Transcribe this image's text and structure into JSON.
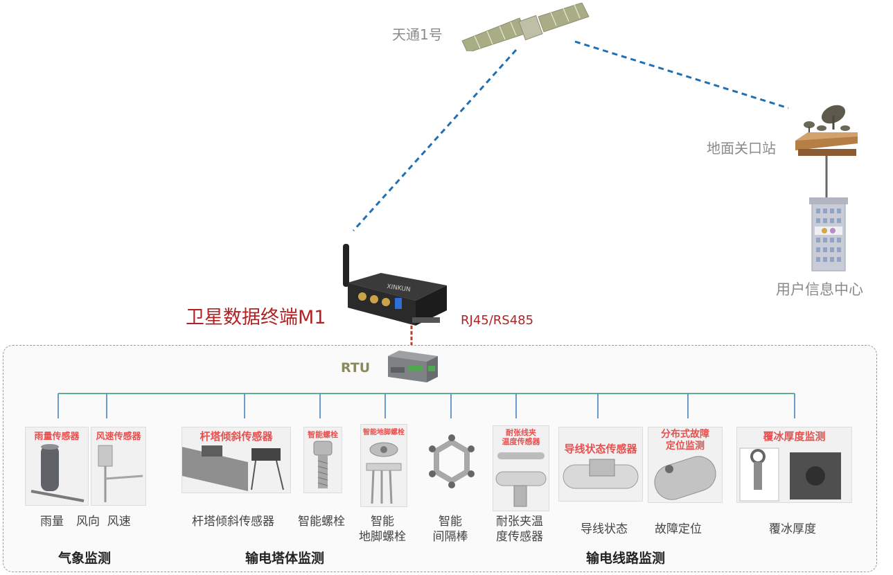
{
  "satellite": {
    "label": "天通1号"
  },
  "ground_station": {
    "label": "地面关口站"
  },
  "user_center": {
    "label": "用户信息中心"
  },
  "terminal": {
    "label": "卫星数据终端M1",
    "device_brand": "XINKUN"
  },
  "interface": {
    "label": "RJ45/RS485"
  },
  "rtu": {
    "label": "RTU"
  },
  "sensors": [
    {
      "thumb_title": "雨量传感器",
      "caption": "雨量"
    },
    {
      "thumb_title": "风速传感器",
      "caption": "风向  风速"
    },
    {
      "thumb_title": "杆塔倾斜传感器",
      "caption": "杆塔倾斜传感器"
    },
    {
      "thumb_title": "智能螺栓",
      "caption": "智能螺栓"
    },
    {
      "thumb_title": "智能地脚螺栓",
      "caption_line1": "智能",
      "caption_line2": "地脚螺栓"
    },
    {
      "caption_line1": "智能",
      "caption_line2": "间隔棒"
    },
    {
      "thumb_title_line1": "耐张线夹",
      "thumb_title_line2": "温度传感器",
      "caption_line1": "耐张夹温",
      "caption_line2": "度传感器"
    },
    {
      "thumb_title": "导线状态传感器",
      "caption": "导线状态"
    },
    {
      "thumb_title_line1": "分布式故障",
      "thumb_title_line2": "定位监测",
      "caption": "故障定位"
    },
    {
      "thumb_title": "覆冰厚度监测",
      "caption": "覆冰厚度"
    }
  ],
  "categories": {
    "weather": "气象监测",
    "tower": "输电塔体监测",
    "line": "输电线路监测"
  },
  "colors": {
    "dashed_link": "#1f6fb5",
    "bus_line": "#5bb58a",
    "drop_line": "#5b8fc8",
    "wired_link": "#c0392b",
    "terminal_label": "#b22222",
    "thumb_title": "#e8504f"
  }
}
